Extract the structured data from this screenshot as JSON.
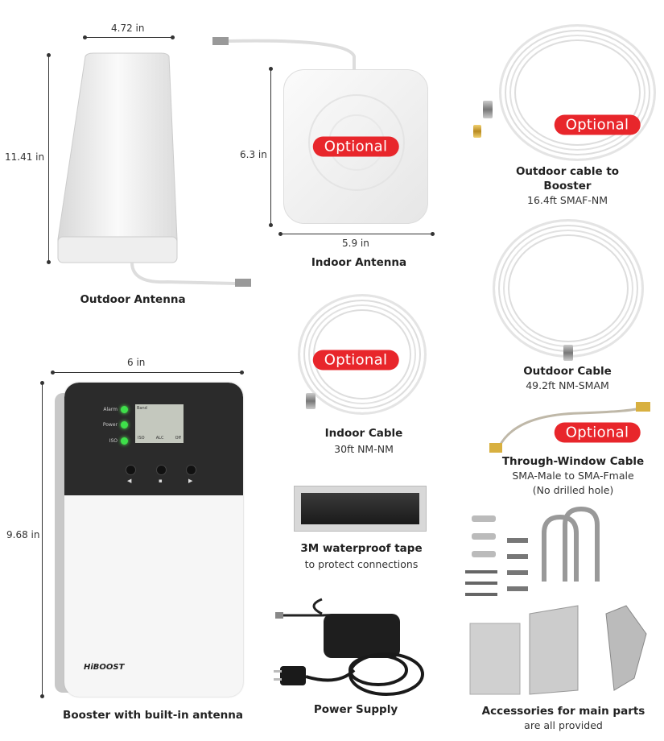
{
  "outdoor_antenna": {
    "width": "4.72 in",
    "height": "11.41 in",
    "label": "Outdoor Antenna"
  },
  "indoor_antenna": {
    "width": "5.9 in",
    "height": "6.3 in",
    "label": "Indoor Antenna",
    "badge": "Optional"
  },
  "outdoor_cable_to_booster": {
    "title": "Outdoor cable to",
    "title2": "Booster",
    "spec": "16.4ft SMAF-NM",
    "badge": "Optional"
  },
  "outdoor_cable": {
    "title": "Outdoor Cable",
    "spec": "49.2ft NM-SMAM"
  },
  "indoor_cable": {
    "title": "Indoor Cable",
    "spec": "30ft NM-NM",
    "badge": "Optional"
  },
  "through_window_cable": {
    "title": "Through-Window Cable",
    "spec": "SMA-Male to SMA-Fmale",
    "note": "(No drilled hole)",
    "badge": "Optional"
  },
  "booster": {
    "width": "6 in",
    "height": "9.68 in",
    "label": "Booster with built-in antenna",
    "brand": "HiBOOST",
    "leds": [
      "Alarm",
      "Power",
      "ISO"
    ],
    "screen": {
      "header": "Band",
      "footer": [
        "ISO",
        "ALC",
        "Off"
      ]
    },
    "buttons": [
      "◀",
      "▪",
      "▶"
    ]
  },
  "tape": {
    "title": "3M waterproof tape",
    "sub": "to protect connections"
  },
  "power_supply": {
    "label": "Power Supply"
  },
  "accessories": {
    "title": "Accessories for main parts",
    "sub": "are all provided"
  },
  "colors": {
    "badge": "#e8262b",
    "led": "#3ee04a"
  }
}
